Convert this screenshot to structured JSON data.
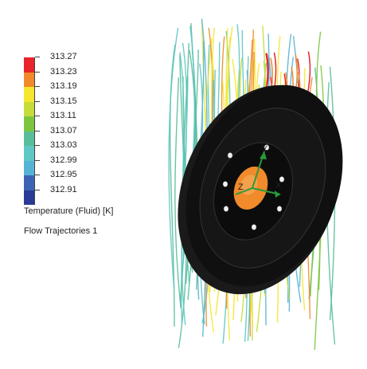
{
  "legend": {
    "title": "Temperature (Fluid) [K]",
    "values": [
      "313.27",
      "313.23",
      "313.19",
      "313.15",
      "313.11",
      "313.07",
      "313.03",
      "312.99",
      "312.95",
      "312.91"
    ],
    "colors": [
      "#e8252a",
      "#f08a2b",
      "#f5e62f",
      "#c7dc3a",
      "#7cc63f",
      "#58be9a",
      "#5fc7c4",
      "#55b3d6",
      "#3c64b5",
      "#2a3a96"
    ]
  },
  "plot_label": "Flow Trajectories 1",
  "scene": {
    "object": "brake disc",
    "disc_color": "#111111",
    "hub_color": "#f08a2b",
    "triad_colors": {
      "x": "#e33",
      "y": "#2a2",
      "z": "#22c"
    }
  }
}
